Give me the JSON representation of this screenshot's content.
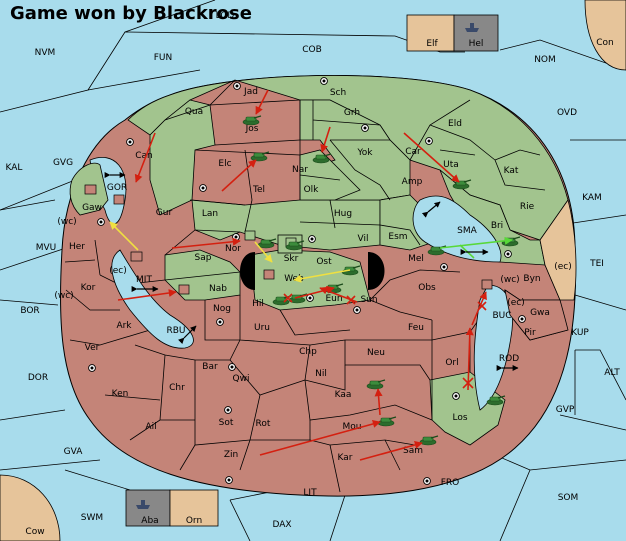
{
  "status": {
    "title": "Game won by Blackrose"
  },
  "colors": {
    "sea": "#a8dcec",
    "land_green": "#a2c48e",
    "land_red": "#c48478",
    "neutral": "#e6c49a",
    "unit": "#3c8c3c",
    "order_red": "#d42010",
    "order_yellow": "#f0e040",
    "order_green": "#58d838",
    "border": "#000000"
  },
  "sea_labels": {
    "nvm": "NVM",
    "fun": "FUN",
    "cob": "COB",
    "nom": "NOM",
    "ovd": "OVD",
    "kal": "KAL",
    "gvg": "GVG",
    "kam": "KAM",
    "mvu": "MVU",
    "tei": "TEI",
    "bor": "BOR",
    "kup": "KUP",
    "dor": "DOR",
    "alt": "ALT",
    "gvp": "GVP",
    "gva": "GVA",
    "fro": "FRO",
    "som": "SOM",
    "swm": "SWM",
    "lit": "LIT",
    "dax": "DAX",
    "gor": "GOR",
    "mit": "MIT",
    "rbu": "RBU",
    "sma": "SMA",
    "buc": "BUC",
    "rod": "ROD",
    "lod": "LOD"
  },
  "corner_labels": {
    "elf": "Elf",
    "hel": "Hel",
    "con": "Con",
    "aba": "Aba",
    "orn": "Orn",
    "cow": "Cow"
  },
  "land_labels": {
    "jad": "Jad",
    "sch": "Sch",
    "qua": "Qua",
    "jos": "Jos",
    "grh": "Grh",
    "eld": "Eld",
    "can": "Can",
    "elc": "Elc",
    "nar": "Nar",
    "yok": "Yok",
    "car": "Car",
    "uta": "Uta",
    "kat": "Kat",
    "tel": "Tel",
    "olk": "Olk",
    "amp": "Amp",
    "rie": "Rie",
    "gur": "Gur",
    "lan": "Lan",
    "hug": "Hug",
    "gaw": "Gaw",
    "vil": "Vil",
    "esm": "Esm",
    "bri": "Bri",
    "her": "Her",
    "nor": "Nor",
    "skr": "Skr",
    "ost": "Ost",
    "sap": "Sap",
    "web": "Web",
    "mel": "Mel",
    "byn": "Byn",
    "kor": "Kor",
    "nab": "Nab",
    "eun": "Eun",
    "sun": "Sun",
    "obs": "Obs",
    "hil": "Hil",
    "gwa": "Gwa",
    "nog": "Nog",
    "ark": "Ark",
    "uru": "Uru",
    "feu": "Feu",
    "pir": "Pir",
    "ver": "Ver",
    "chp": "Chp",
    "neu": "Neu",
    "orl": "Orl",
    "bar": "Bar",
    "qwi": "Qwi",
    "nil": "Nil",
    "ken": "Ken",
    "chr": "Chr",
    "kaa": "Kaa",
    "los": "Los",
    "sot": "Sot",
    "rot": "Rot",
    "ail": "Ail",
    "mou": "Mou",
    "zin": "Zin",
    "kar": "Kar",
    "sam": "Sam"
  },
  "coast_marks": {
    "wc": "(wc)",
    "ec": "(ec)"
  },
  "icons": {
    "army": "tank-icon",
    "fleet": "ship-icon",
    "supply": "supply-center-icon",
    "convoy_arrow": "double-arrow-icon"
  }
}
